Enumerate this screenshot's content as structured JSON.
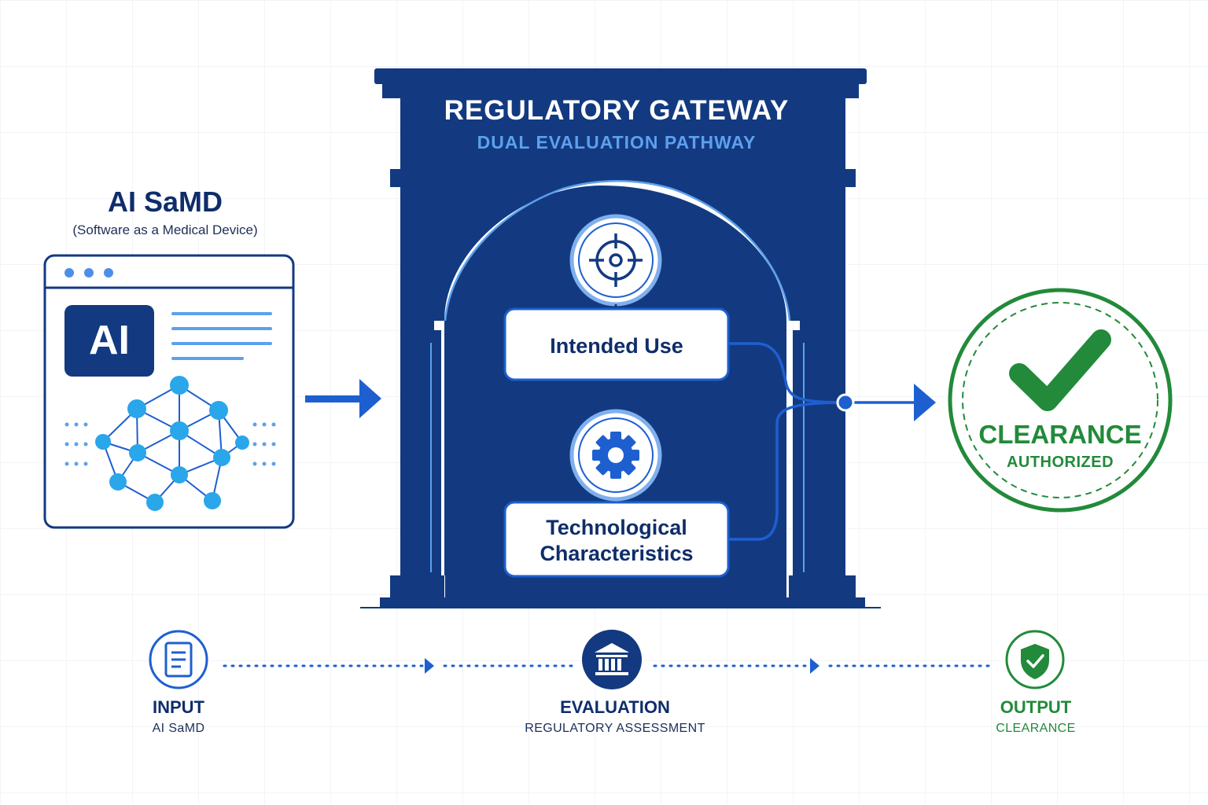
{
  "colors": {
    "navy": "#133a80",
    "navy_dark": "#0f2d6b",
    "blue": "#1e5fd0",
    "light_blue": "#2aa6ea",
    "pale_blue": "#5da0ee",
    "green": "#228a3a",
    "white": "#ffffff"
  },
  "input": {
    "title": "AI SaMD",
    "subtitle": "(Software as a Medical Device)",
    "tile_label": "AI",
    "icon": "neural-network-icon"
  },
  "gateway": {
    "title": "REGULATORY GATEWAY",
    "subtitle": "DUAL EVALUATION PATHWAY",
    "criteria": [
      {
        "label": "Intended Use",
        "icon": "target-icon"
      },
      {
        "label": "Technological\nCharacteristics",
        "icon": "gear-icon"
      }
    ]
  },
  "output": {
    "title": "CLEARANCE",
    "subtitle": "AUTHORIZED",
    "icon": "checkmark-icon"
  },
  "steps": [
    {
      "title": "INPUT",
      "subtitle": "AI SaMD",
      "icon": "document-icon"
    },
    {
      "title": "EVALUATION",
      "subtitle": "REGULATORY ASSESSMENT",
      "icon": "institution-icon"
    },
    {
      "title": "OUTPUT",
      "subtitle": "CLEARANCE",
      "icon": "shield-check-icon"
    }
  ]
}
